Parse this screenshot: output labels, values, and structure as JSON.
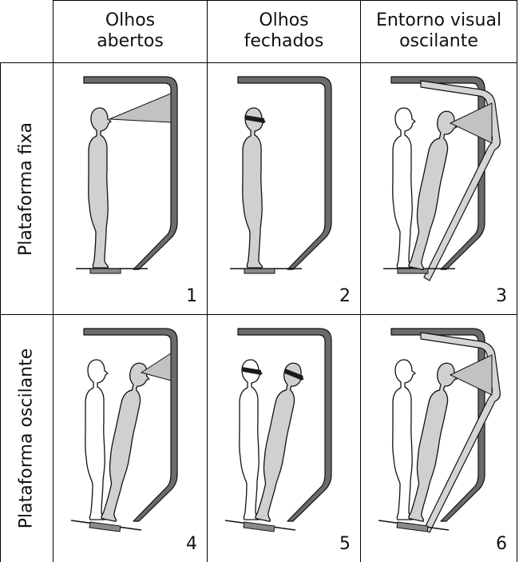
{
  "columns": [
    {
      "line1": "Olhos",
      "line2": "abertos"
    },
    {
      "line1": "Olhos",
      "line2": "fechados"
    },
    {
      "line1": "Entorno visual",
      "line2": "oscilante"
    }
  ],
  "rows": [
    {
      "label": "Plataforma fixa"
    },
    {
      "label": "Plataforma oscilante"
    }
  ],
  "panels": [
    {
      "number": "1",
      "eyes": "open",
      "platform": "fixed",
      "surround": "fixed",
      "figures": 1
    },
    {
      "number": "2",
      "eyes": "blindfolded",
      "platform": "fixed",
      "surround": "fixed",
      "figures": 1
    },
    {
      "number": "3",
      "eyes": "open",
      "platform": "fixed",
      "surround": "oscillating",
      "figures": 2
    },
    {
      "number": "4",
      "eyes": "open",
      "platform": "oscillating",
      "surround": "fixed",
      "figures": 2
    },
    {
      "number": "5",
      "eyes": "blindfolded",
      "platform": "oscillating",
      "surround": "fixed",
      "figures": 2
    },
    {
      "number": "6",
      "eyes": "open",
      "platform": "oscillating",
      "surround": "oscillating",
      "figures": 2
    }
  ],
  "colors": {
    "surround_dark": "#6b6b6b",
    "surround_light": "#d4d4d4",
    "figure_fill": "#d0d0d0",
    "blindfold": "#1a1a1a",
    "outline": "#111111"
  }
}
